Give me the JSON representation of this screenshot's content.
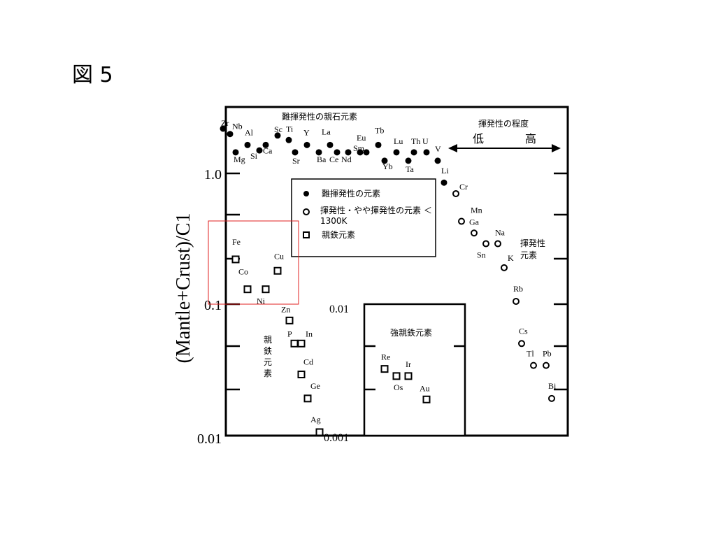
{
  "figure_title": "図 5",
  "chart_data": {
    "type": "scatter",
    "title": "",
    "ylabel": "(Mantle+Crust)/C1",
    "yscale": "log",
    "ylim": [
      0.01,
      2.5
    ],
    "y_ticks": [
      "1.0",
      "0.1",
      "0.01"
    ],
    "inset_ticks": [
      "0.01",
      "0.001"
    ],
    "grid": false,
    "legend_position": "center-top",
    "legend": {
      "refractory": "難揮発性の元素",
      "volatile": "揮発性・やや揮発性の元素 ＜1300K",
      "siderophile": "親鉄元素"
    },
    "annotations": {
      "refractory_lithophile": "難揮発性の親石元素",
      "volatility_degree": "揮発性の程度",
      "low": "低",
      "high": "高",
      "volatile_elements": "揮発性元素",
      "siderophile_elements": "親鉄元素",
      "highly_siderophile": "強親鉄元素"
    },
    "series": [
      {
        "name": "難揮発性の元素",
        "marker": "filled-circle",
        "points": [
          {
            "label": "Zr",
            "y": 2.2
          },
          {
            "label": "Nb",
            "y": 2.0
          },
          {
            "label": "Al",
            "y": 1.65
          },
          {
            "label": "Mg",
            "y": 1.45
          },
          {
            "label": "Si",
            "y": 1.5
          },
          {
            "label": "Ca",
            "y": 1.65
          },
          {
            "label": "Sc",
            "y": 1.95
          },
          {
            "label": "Ti",
            "y": 1.8
          },
          {
            "label": "Sr",
            "y": 1.45
          },
          {
            "label": "Y",
            "y": 1.65
          },
          {
            "label": "Ba",
            "y": 1.45
          },
          {
            "label": "La",
            "y": 1.65
          },
          {
            "label": "Ce",
            "y": 1.45
          },
          {
            "label": "Nd",
            "y": 1.45
          },
          {
            "label": "Sm",
            "y": 1.45
          },
          {
            "label": "Eu",
            "y": 1.45
          },
          {
            "label": "Tb",
            "y": 1.65
          },
          {
            "label": "Yb",
            "y": 1.25
          },
          {
            "label": "Lu",
            "y": 1.45
          },
          {
            "label": "Ta",
            "y": 1.25
          },
          {
            "label": "Th",
            "y": 1.45
          },
          {
            "label": "U",
            "y": 1.45
          },
          {
            "label": "V",
            "y": 1.25
          },
          {
            "label": "Li",
            "y": 0.85
          }
        ]
      },
      {
        "name": "揮発性・やや揮発性の元素 ＜1300K",
        "marker": "open-circle",
        "points": [
          {
            "label": "Cr",
            "y": 0.7
          },
          {
            "label": "Mn",
            "y": 0.43
          },
          {
            "label": "Ga",
            "y": 0.35
          },
          {
            "label": "Sn",
            "y": 0.29
          },
          {
            "label": "Na",
            "y": 0.29
          },
          {
            "label": "K",
            "y": 0.19
          },
          {
            "label": "Rb",
            "y": 0.105
          },
          {
            "label": "Cs",
            "y": 0.05
          },
          {
            "label": "Tl",
            "y": 0.034
          },
          {
            "label": "Pb",
            "y": 0.034
          },
          {
            "label": "Bi",
            "y": 0.019
          }
        ]
      },
      {
        "name": "親鉄元素",
        "marker": "open-square",
        "points": [
          {
            "label": "Fe",
            "y": 0.22
          },
          {
            "label": "Co",
            "y": 0.13
          },
          {
            "label": "Ni",
            "y": 0.13
          },
          {
            "label": "Cu",
            "y": 0.18
          },
          {
            "label": "Zn",
            "y": 0.075
          },
          {
            "label": "P",
            "y": 0.05
          },
          {
            "label": "In",
            "y": 0.05
          },
          {
            "label": "Cd",
            "y": 0.029
          },
          {
            "label": "Ge",
            "y": 0.019
          },
          {
            "label": "Ag",
            "y": 0.0105
          }
        ]
      },
      {
        "name": "強親鉄元素",
        "marker": "open-square",
        "scale": "inset 0.001–0.01",
        "points": [
          {
            "label": "Re",
            "y": 0.0033
          },
          {
            "label": "Os",
            "y": 0.0029
          },
          {
            "label": "Ir",
            "y": 0.0029
          },
          {
            "label": "Au",
            "y": 0.0019
          }
        ]
      }
    ]
  }
}
